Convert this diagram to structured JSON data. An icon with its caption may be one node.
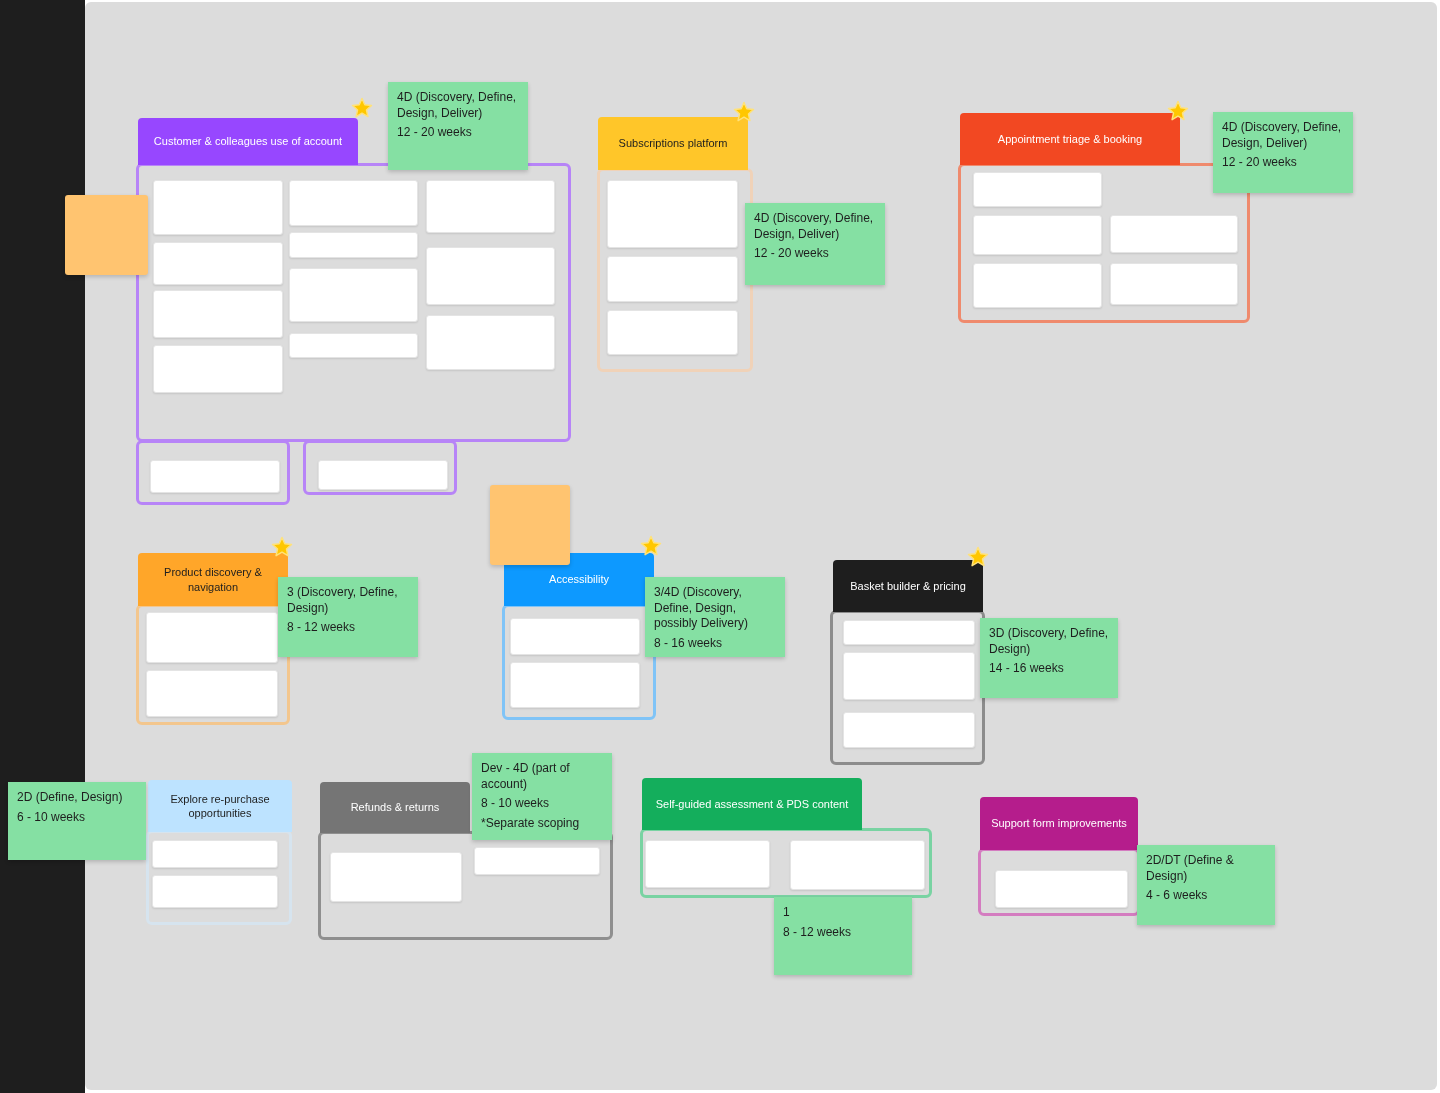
{
  "diagram": {
    "nodes": [
      {
        "text": [
          "Customer & colleagues use of account"
        ]
      },
      {
        "text": [],
        "shape": "box",
        "in": 0
      },
      {
        "text": [],
        "shape": "box",
        "in": 0
      },
      {
        "text": [],
        "shape": "box",
        "in": 0
      },
      {
        "text": [],
        "shape": "box",
        "in": 0
      },
      {
        "text": [],
        "shape": "box",
        "in": 0
      },
      {
        "text": [],
        "shape": "box",
        "in": 0
      },
      {
        "text": [],
        "shape": "box",
        "in": 0
      },
      {
        "text": [],
        "shape": "box",
        "in": 0
      },
      {
        "text": [],
        "shape": "box",
        "in": 0
      },
      {
        "text": [],
        "shape": "box",
        "in": 0
      },
      {
        "text": [],
        "shape": "box",
        "in": 0
      },
      {
        "text": [
          "4D (Discovery, Define, Design, Deliver)",
          "12 - 20 weeks"
        ]
      },
      {
        "text": [],
        "shape": "box"
      },
      {
        "text": [],
        "shape": "box"
      },
      {
        "text": [],
        "shape": "box",
        "in": 14
      },
      {
        "text": [],
        "shape": "box"
      },
      {
        "text": [],
        "shape": "box",
        "in": 16
      },
      {
        "text": [
          "Subscriptions platform"
        ]
      },
      {
        "text": [],
        "shape": "box",
        "in": 18
      },
      {
        "text": [],
        "shape": "box",
        "in": 18
      },
      {
        "text": [],
        "shape": "box",
        "in": 18
      },
      {
        "text": [
          "4D (Discovery, Define, Design, Deliver)",
          "12 - 20 weeks"
        ]
      },
      {
        "text": [
          "Appointment triage & booking"
        ]
      },
      {
        "text": [],
        "shape": "box",
        "in": 23
      },
      {
        "text": [],
        "shape": "box",
        "in": 23
      },
      {
        "text": [],
        "shape": "box",
        "in": 23
      },
      {
        "text": [],
        "shape": "box",
        "in": 23
      },
      {
        "text": [],
        "shape": "box",
        "in": 23
      },
      {
        "text": [
          "4D (Discovery, Define, Design, Deliver)",
          "12 - 20 weeks"
        ]
      },
      {
        "text": [],
        "shape": "box"
      },
      {
        "text": [
          "Product discovery & navigation"
        ]
      },
      {
        "text": [],
        "shape": "box",
        "in": 31
      },
      {
        "text": [],
        "shape": "box",
        "in": 31
      },
      {
        "text": [
          "3 (Discovery, Define, Design)",
          "8 - 12 weeks"
        ]
      },
      {
        "text": [
          "Accessibility"
        ]
      },
      {
        "text": [],
        "shape": "box",
        "in": 35
      },
      {
        "text": [],
        "shape": "box",
        "in": 35
      },
      {
        "text": [
          "3/4D (Discovery, Define, Design, possibly Delivery)",
          "8 - 16 weeks"
        ]
      },
      {
        "text": [
          "Basket builder & pricing"
        ]
      },
      {
        "text": [],
        "shape": "box",
        "in": 39
      },
      {
        "text": [],
        "shape": "box",
        "in": 39
      },
      {
        "text": [],
        "shape": "box",
        "in": 39
      },
      {
        "text": [
          "3D (Discovery, Define, Design)",
          "14 - 16 weeks"
        ]
      },
      {
        "text": [
          "2D (Define, Design)",
          "6 - 10 weeks"
        ]
      },
      {
        "text": [
          "Explore re-purchase opportunities"
        ]
      },
      {
        "text": [],
        "shape": "box",
        "in": 45
      },
      {
        "text": [],
        "shape": "box",
        "in": 45
      },
      {
        "text": [
          "Refunds & returns"
        ]
      },
      {
        "text": [],
        "shape": "box",
        "in": 48
      },
      {
        "text": [],
        "shape": "box",
        "in": 48
      },
      {
        "text": [
          "Dev - 4D (part of account)",
          "8 - 10 weeks",
          "*Separate scoping"
        ]
      },
      {
        "text": [
          "Self-guided assessment & PDS content"
        ]
      },
      {
        "text": [],
        "shape": "box",
        "in": 52
      },
      {
        "text": [],
        "shape": "box",
        "in": 52
      },
      {
        "text": [
          "1",
          "8 - 12 weeks"
        ]
      },
      {
        "text": [
          "Support form improvements"
        ]
      },
      {
        "text": [],
        "shape": "box",
        "in": 56
      },
      {
        "text": [
          "2D/DT (Define & Design)",
          "4 - 6 weeks"
        ]
      }
    ]
  }
}
